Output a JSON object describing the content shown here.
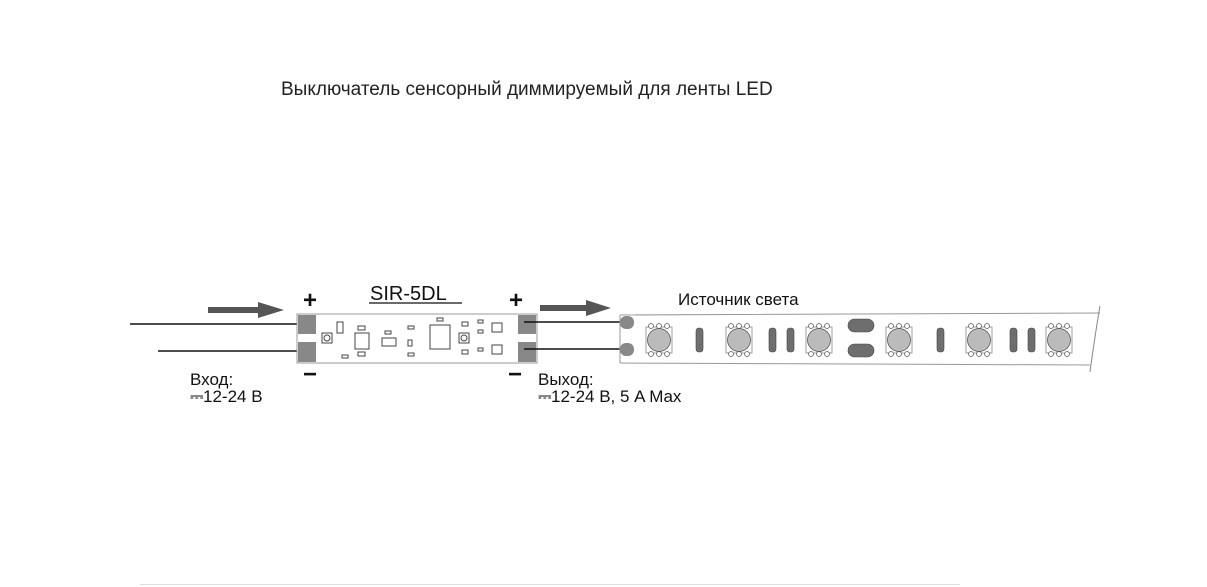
{
  "title": "Выключатель сенсорный диммируемый для ленты LED",
  "device": {
    "model": "SIR-5DL",
    "plus": "+",
    "minus": "−"
  },
  "input": {
    "label": "Вход:",
    "voltage": "12-24 В",
    "dc_symbol": "⎓"
  },
  "output": {
    "label": "Выход:",
    "voltage": "12-24 В, 5 A Max",
    "dc_symbol": "⎓"
  },
  "strip": {
    "label": "Источник света"
  },
  "colors": {
    "pad": "#888888",
    "led": "#bbbbbb",
    "resistor": "#6e6e6e",
    "arrow": "#555555"
  }
}
